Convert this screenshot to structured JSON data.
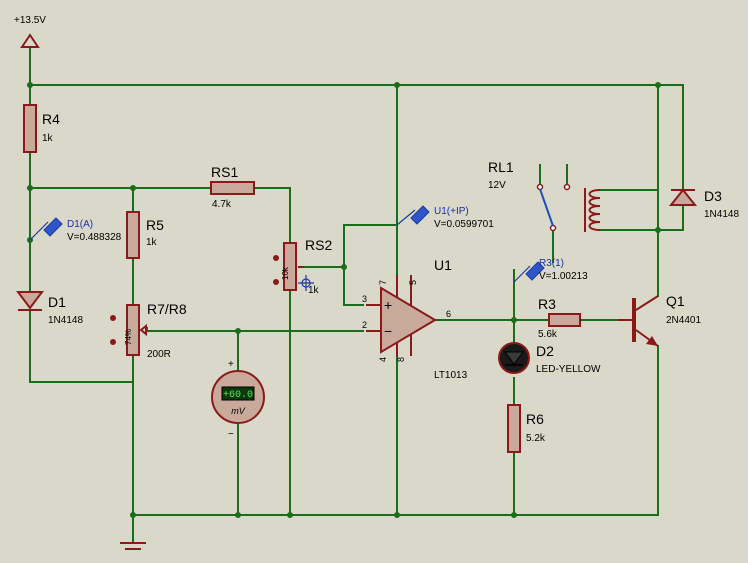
{
  "power_label": "+13.5V",
  "components": {
    "r4": {
      "name": "R4",
      "value": "1k"
    },
    "r5": {
      "name": "R5",
      "value": "1k"
    },
    "rs1": {
      "name": "RS1",
      "value": "4.7k"
    },
    "rs2": {
      "name": "RS2",
      "value": "1k",
      "knob": "10k"
    },
    "r78": {
      "name": "R7/R8",
      "value": "200R",
      "knob": "74%"
    },
    "d1": {
      "name": "D1",
      "value": "1N4148"
    },
    "u1": {
      "name": "U1",
      "value": "LT1013"
    },
    "rl1": {
      "name": "RL1",
      "value": "12V"
    },
    "d3": {
      "name": "D3",
      "value": "1N4148"
    },
    "r3": {
      "name": "R3",
      "value": "5.6k"
    },
    "q1": {
      "name": "Q1",
      "value": "2N4401"
    },
    "d2": {
      "name": "D2",
      "value": "LED-YELLOW"
    },
    "r6": {
      "name": "R6",
      "value": "5.2k"
    }
  },
  "pins": {
    "p3": "3",
    "p2": "2",
    "p6": "6",
    "p7": "7",
    "p5": "5",
    "p4": "4",
    "p8": "8",
    "plus": "+",
    "minus": "−"
  },
  "probes": {
    "d1a": {
      "name": "D1(A)",
      "value": "V=0.488328"
    },
    "u1ip": {
      "name": "U1(+IP)",
      "value": "V=0.0599701"
    },
    "r31": {
      "name": "R3(1)",
      "value": "V=1.00213"
    }
  },
  "voltmeter": {
    "reading": "+60.0",
    "unit": "mV",
    "plus": "+",
    "minus": "−"
  }
}
